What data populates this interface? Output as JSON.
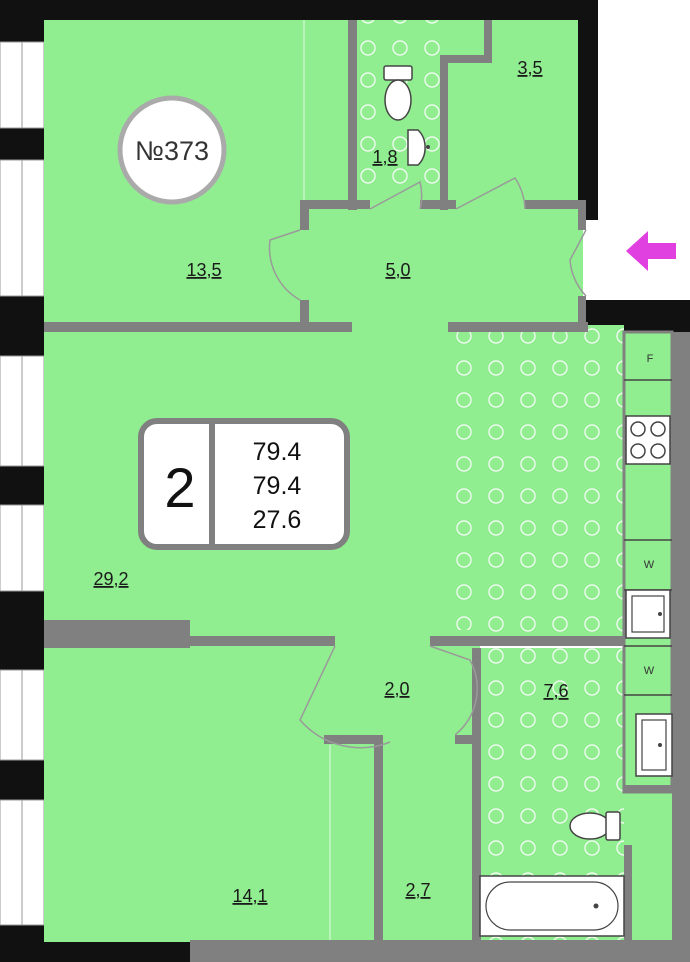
{
  "apartment": {
    "number": "№373",
    "rooms": "2",
    "total_area": "79.4",
    "total_area_2": "79.4",
    "living_area": "27.6"
  },
  "rooms": {
    "bedroom_top": "13,5",
    "toilet": "1,8",
    "storage": "3,5",
    "hall": "5,0",
    "living": "29,2",
    "corridor": "2,0",
    "bathroom": "7,6",
    "bedroom_bottom": "14,1",
    "closet": "2,7"
  },
  "fixtures": {
    "fridge_mark": "F",
    "washer_mark_top": "W",
    "washer_mark_bottom": "W"
  },
  "colors": {
    "floor": "#90ee90",
    "wall": "#808080",
    "exterior_wall": "#111111",
    "entrance_arrow": "#e040e0"
  },
  "icons": [
    "entrance-arrow-icon",
    "toilet-icon",
    "sink-icon",
    "stove-icon",
    "bathtub-icon"
  ]
}
